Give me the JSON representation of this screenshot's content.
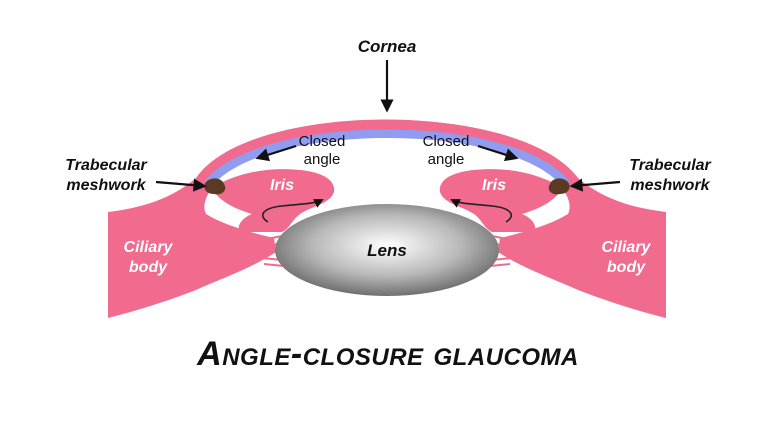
{
  "labels": {
    "cornea": "Cornea",
    "closed_angle_left_1": "Closed",
    "closed_angle_left_2": "angle",
    "closed_angle_right_1": "Closed",
    "closed_angle_right_2": "angle",
    "trabecular_left_1": "Trabecular",
    "trabecular_left_2": "meshwork",
    "trabecular_right_1": "Trabecular",
    "trabecular_right_2": "meshwork",
    "iris_left": "Iris",
    "iris_right": "Iris",
    "lens": "Lens",
    "ciliary_left_1": "Ciliary",
    "ciliary_left_2": "body",
    "ciliary_right_1": "Ciliary",
    "ciliary_right_2": "body"
  },
  "title": "Angle-closure glaucoma",
  "colors": {
    "tissue_pink": "#f06b8e",
    "cornea_blue": "#8f9cf0",
    "meshwork_brown": "#5a3a22",
    "lens_gray": "#9a9a9a",
    "text_dark": "#111111"
  }
}
